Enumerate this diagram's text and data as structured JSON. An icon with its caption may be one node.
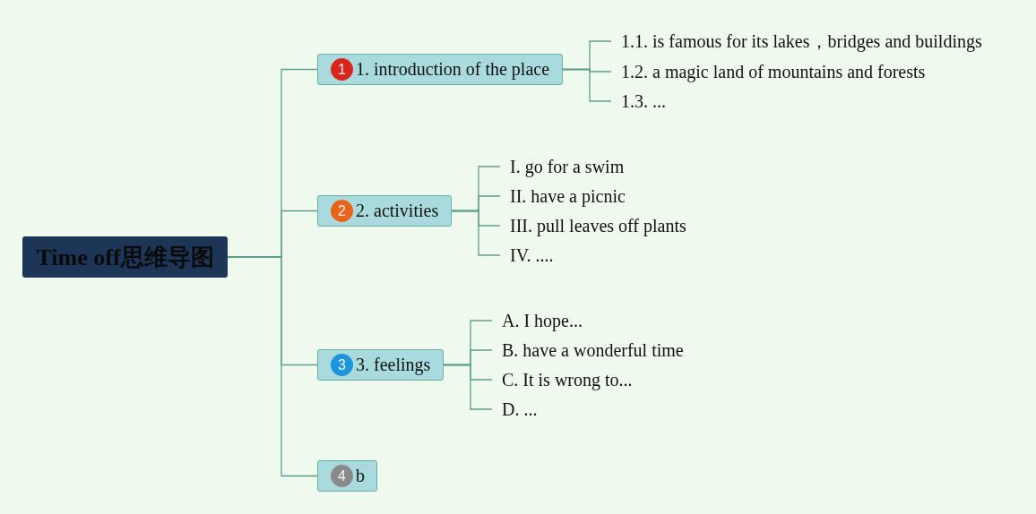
{
  "diagram": {
    "nodes": [
      {
        "text": [
          "Time off思维导图"
        ]
      },
      {
        "text": [
          "1",
          "1. introduction of the place"
        ]
      },
      {
        "text": [
          "1.1. is famous for its lakes，bridges and buildings"
        ]
      },
      {
        "text": [
          "1.2. a magic land of mountains and forests"
        ]
      },
      {
        "text": [
          "1.3. ..."
        ]
      },
      {
        "text": [
          "2",
          "2. activities"
        ]
      },
      {
        "text": [
          "I. go for a swim"
        ]
      },
      {
        "text": [
          "II. have a picnic"
        ]
      },
      {
        "text": [
          "III. pull leaves off plants"
        ]
      },
      {
        "text": [
          "IV. ...."
        ]
      },
      {
        "text": [
          "3",
          "3. feelings"
        ]
      },
      {
        "text": [
          "A. I hope..."
        ]
      },
      {
        "text": [
          "B. have a wonderful time"
        ]
      },
      {
        "text": [
          "C. It is wrong to..."
        ]
      },
      {
        "text": [
          "D. ..."
        ]
      },
      {
        "text": [
          "4",
          "b"
        ]
      }
    ],
    "edges": [
      {
        "from": 0,
        "to": 1,
        "arrow": "none"
      },
      {
        "from": 1,
        "to": 2,
        "arrow": "none"
      },
      {
        "from": 1,
        "to": 3,
        "arrow": "none"
      },
      {
        "from": 1,
        "to": 4,
        "arrow": "none"
      },
      {
        "from": 0,
        "to": 5,
        "arrow": "none"
      },
      {
        "from": 5,
        "to": 6,
        "arrow": "none"
      },
      {
        "from": 5,
        "to": 7,
        "arrow": "none"
      },
      {
        "from": 5,
        "to": 8,
        "arrow": "none"
      },
      {
        "from": 5,
        "to": 9,
        "arrow": "none"
      },
      {
        "from": 0,
        "to": 10,
        "arrow": "none"
      },
      {
        "from": 10,
        "to": 11,
        "arrow": "none"
      },
      {
        "from": 10,
        "to": 12,
        "arrow": "none"
      },
      {
        "from": 10,
        "to": 13,
        "arrow": "none"
      },
      {
        "from": 10,
        "to": 14,
        "arrow": "none"
      },
      {
        "from": 0,
        "to": 15,
        "arrow": "none"
      }
    ]
  }
}
